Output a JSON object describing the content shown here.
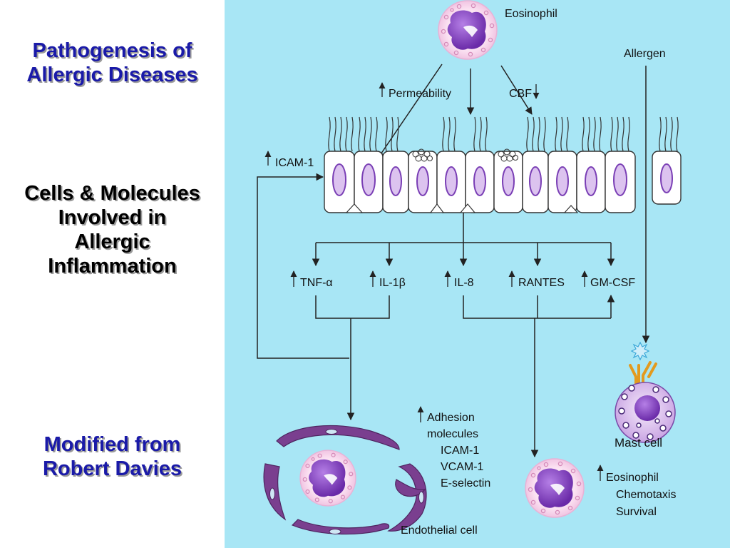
{
  "slide": {
    "title_line1": "Pathogenesis of",
    "title_line2": "Allergic Diseases",
    "subtitle_line1": "Cells & Molecules",
    "subtitle_line2": "Involved in",
    "subtitle_line3": "Allergic",
    "subtitle_line4": "Inflammation",
    "credit_line1": "Modified from",
    "credit_line2": "Robert Davies"
  },
  "colors": {
    "panel_bg": "#a8e6f5",
    "title_blue": "#1a1aa8",
    "cell_purple": "#8a3fc4",
    "endothelium": "#7a3f8f"
  },
  "diagram": {
    "eosinophil_top": "Eosinophil",
    "allergen": "Allergen",
    "permeability": "Permeability",
    "cbf": "CBF",
    "icam1": "ICAM-1",
    "tnf": "TNF-α",
    "il1": "IL-1β",
    "il8": "IL-8",
    "rantes": "RANTES",
    "gmcsf": "GM-CSF",
    "adhesion_line1": "Adhesion",
    "adhesion_line2": "molecules",
    "adh_icam": "ICAM-1",
    "adh_vcam": "VCAM-1",
    "adh_esel": "E-selectin",
    "endothelial": "Endothelial cell",
    "mast_cell": "Mast cell",
    "eos_bottom": "Eosinophil",
    "chemotaxis": "Chemotaxis",
    "survival": "Survival"
  }
}
